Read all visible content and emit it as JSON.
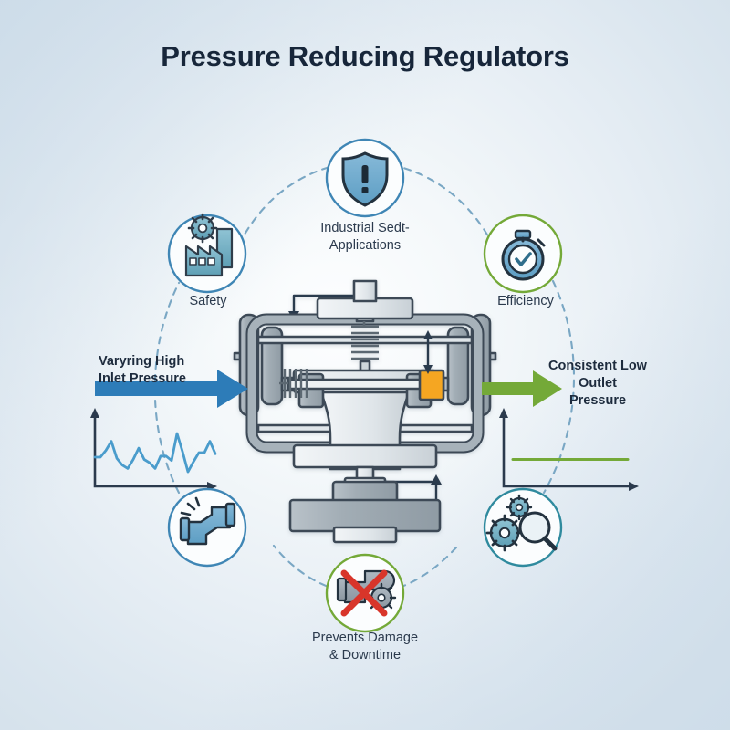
{
  "page": {
    "title": "Pressure Reducing Regulators",
    "background_top": "#dbe6ef",
    "background_center": "#fdfeff"
  },
  "flow": {
    "inlet": {
      "label": "Varyring High\nInlet Pressure",
      "arrow_color": "#2d7cb8",
      "arrow_icon": "right-arrow-icon"
    },
    "outlet": {
      "label": "Consistent Low\nOutlet\nPressure",
      "arrow_color": "#74a938",
      "arrow_icon": "right-arrow-icon"
    }
  },
  "charts": {
    "inlet_chart": {
      "type": "line",
      "title": "",
      "series_name": "Varying high inlet pressure",
      "color": "#4a9ccc",
      "axis_color": "#2b3a4d",
      "grid": false,
      "x": [
        0,
        1,
        2,
        3,
        4,
        5,
        6,
        7,
        8,
        9,
        10,
        11,
        12,
        13,
        14,
        15,
        16,
        17,
        18,
        19,
        20,
        21,
        22
      ],
      "values": [
        50,
        50,
        62,
        78,
        48,
        36,
        30,
        46,
        66,
        46,
        40,
        30,
        52,
        52,
        44,
        92,
        60,
        24,
        42,
        58,
        58,
        78,
        56
      ],
      "xlim": [
        0,
        22
      ],
      "ylim": [
        0,
        100
      ]
    },
    "outlet_chart": {
      "type": "line",
      "title": "",
      "series_name": "Consistent low outlet pressure",
      "color": "#74a938",
      "axis_color": "#2b3a4d",
      "grid": false,
      "x": [
        0,
        1,
        2,
        3,
        4,
        5,
        6,
        7,
        8,
        9,
        10
      ],
      "values": [
        46,
        46,
        46,
        46,
        46,
        46,
        46,
        46,
        46,
        46,
        46
      ],
      "xlim": [
        0,
        10
      ],
      "ylim": [
        0,
        100
      ]
    }
  },
  "nodes": [
    {
      "id": "safety",
      "label": "Safety",
      "icon": "factory-gear-icon",
      "ring_color": "#3f86b5"
    },
    {
      "id": "industrial-seat-applications",
      "label": "Industrial Sedt-\nApplications",
      "icon": "shield-exclamation-icon",
      "ring_color": "#3f86b5"
    },
    {
      "id": "efficiency",
      "label": "Efficiency",
      "icon": "stopwatch-check-icon",
      "ring_color": "#74a938"
    },
    {
      "id": "pipe-leak",
      "label": "",
      "icon": "leaking-pipe-icon",
      "ring_color": "#3f86b5"
    },
    {
      "id": "inspection",
      "label": "",
      "icon": "gears-magnifier-icon",
      "ring_color": "#2f8a9e"
    },
    {
      "id": "prevents-damage",
      "label": "Prevents Damage\n& Downtime",
      "icon": "valve-crossed-out-icon",
      "ring_color": "#74a938"
    }
  ],
  "regulator": {
    "name": "pressure-reducing-regulator-diagram",
    "body_color": "#9aa5ad",
    "body_light": "#e9edf0",
    "outline_color": "#3c4a57",
    "accent_color": "#f5a623",
    "spring_color": "#5c6872",
    "flow_arrow_color": "#2b3a4d"
  }
}
